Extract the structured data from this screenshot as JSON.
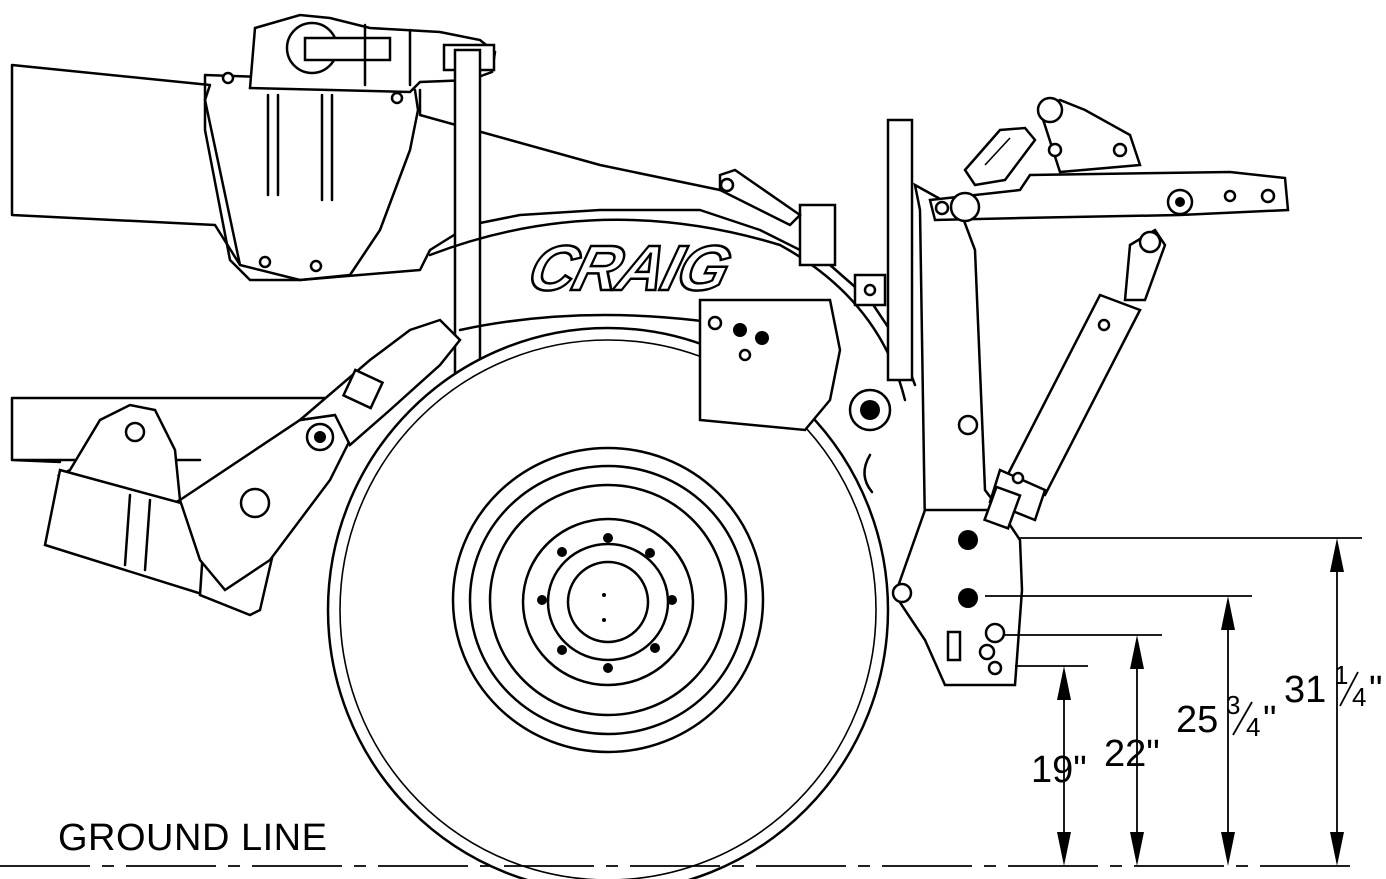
{
  "brand_logo": "CRAIG",
  "ground_label": "GROUND LINE",
  "dimensions": [
    {
      "id": "dim-19",
      "whole": "19",
      "num": "",
      "den": "",
      "unit": "\""
    },
    {
      "id": "dim-22",
      "whole": "22",
      "num": "",
      "den": "",
      "unit": "\""
    },
    {
      "id": "dim-25-3-4",
      "whole": "25",
      "num": "3",
      "den": "4",
      "unit": "\""
    },
    {
      "id": "dim-31-1-4",
      "whole": "31",
      "num": "1",
      "den": "4",
      "unit": "\""
    }
  ],
  "colors": {
    "line": "#000000",
    "background": "#ffffff"
  }
}
